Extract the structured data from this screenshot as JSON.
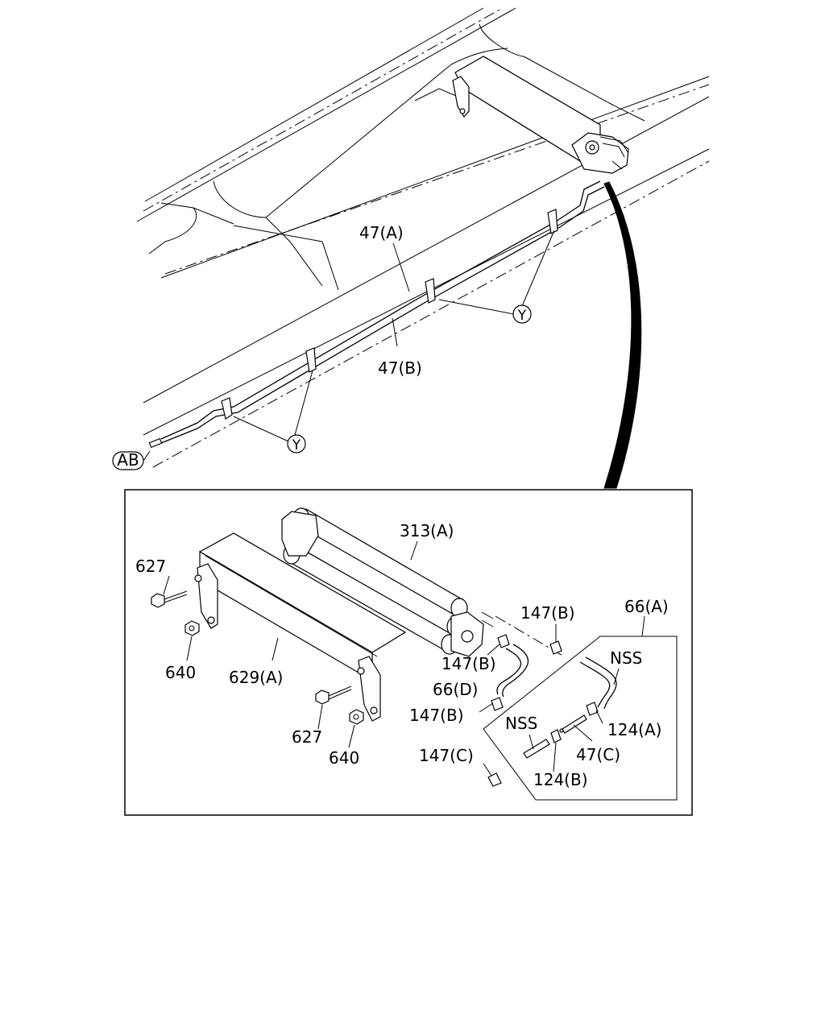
{
  "callouts": {
    "ab": "AB",
    "y_upper": "Y",
    "y_lower": "Y",
    "p47a": "47(A)",
    "p47b": "47(B)",
    "p313a": "313(A)",
    "p627_top": "627",
    "p640_left": "640",
    "p629a": "629(A)",
    "p627_bottom": "627",
    "p640_bottom": "640",
    "p147b_right": "147(B)",
    "p66a": "66(A)",
    "p147b_mid": "147(B)",
    "p66d": "66(D)",
    "p147b_low": "147(B)",
    "nss_right": "NSS",
    "nss_left": "NSS",
    "p124a": "124(A)",
    "p47c": "47(C)",
    "p147c": "147(C)",
    "p124b": "124(B)"
  }
}
